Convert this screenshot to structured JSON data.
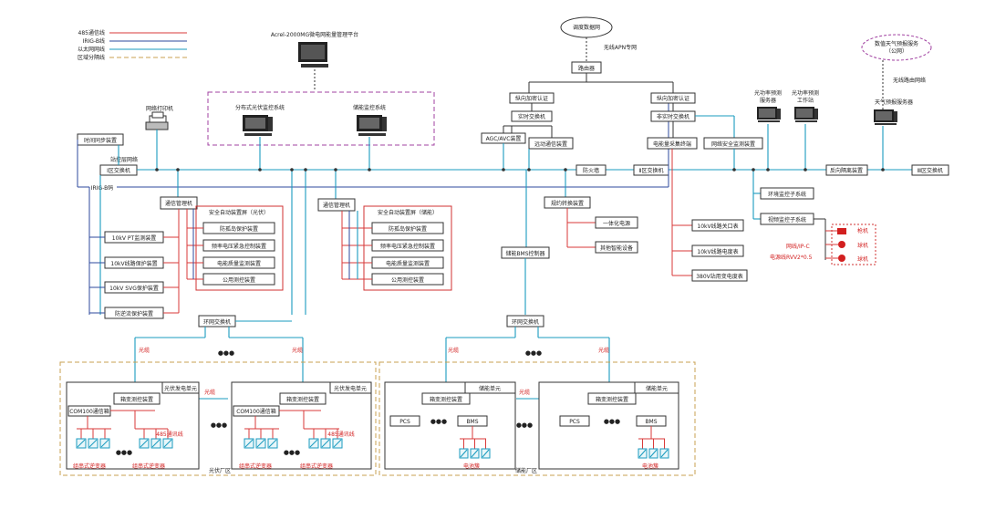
{
  "legend": [
    {
      "label": "485通信线",
      "color": "#d93a3a"
    },
    {
      "label": "IRIG-B线",
      "color": "#2d4a9e"
    },
    {
      "label": "以太网网线",
      "color": "#1a9bbf"
    },
    {
      "label": "区域分隔线",
      "color": "#c8a050"
    }
  ],
  "top": {
    "platform": "Acrel-2000MG微电网能量管理平台",
    "dispatch_cloud": "调度数据网",
    "apn": "无线APN专网",
    "router": "路由器",
    "weather_cloud": "数值天气预报服务\n（公网）",
    "wireless_router": "无线路由网络",
    "weather_server": "天气预报服务器",
    "pv_monitor": "分布式光伏监控系统",
    "storage_monitor": "储能监控系统",
    "network_printer": "网络打印机",
    "time_sync": "时间同步装置",
    "station_net": "站控层网络",
    "irig": "IRIG-B码",
    "zone1_switch": "Ⅰ区交换机",
    "zone2_switch": "Ⅱ区交换机",
    "zone3_switch": "Ⅲ区交换机",
    "firewall": "防火墙",
    "reverse_isolation": "反向隔离装置",
    "vert_auth_1": "纵向加密认证",
    "vert_auth_2": "纵向加密认证",
    "realtime_switch": "实时交换机",
    "nonrealtime_switch": "非实时交换机",
    "agc_avc": "AGC/AVC装置",
    "remote_comm": "远动通信装置",
    "energy_terminal": "电能量采集终端",
    "net_security": "网络安全监测装置",
    "power_forecast_server": "光功率预测\n服务器",
    "power_forecast_ws": "光功率预测\n工作站",
    "env_monitor": "环境监控子系统",
    "video_monitor": "视频监控子系统",
    "protocol_converter": "规约转换装置",
    "integrated_power": "一体化电源",
    "other_devices": "其他智能设备",
    "line_meter": "10kV线路关口表",
    "line_meter2": "10kV线路电度表",
    "station_meter": "380V站用变电度表",
    "storage_bms": "储能BMS控制器"
  },
  "video": {
    "net_label": "网线/IP-C",
    "power_label": "电源线RVV2*0.5",
    "gun_cam": "枪机",
    "dome_cam_1": "球机",
    "dome_cam_2": "球机"
  },
  "pv_panel": {
    "comm_manager": "通信管理机",
    "safety_title": "安全自动装置屏（光伏）",
    "items": [
      "防孤岛保护装置",
      "频率电压紧急控制装置",
      "电能质量监测装置",
      "公用测控装置"
    ]
  },
  "storage_panel": {
    "comm_manager": "通信管理机",
    "safety_title": "安全自动装置屏（储能）",
    "items": [
      "防孤岛保护装置",
      "频率电压紧急控制装置",
      "电能质量监测装置",
      "公用测控装置"
    ]
  },
  "left_devices": [
    "10kV PT监测装置",
    "10kV线路保护装置",
    "10kV SVG保护装置",
    "防逆流保护装置"
  ],
  "ring_switch_1": "环网交换机",
  "ring_switch_2": "环网交换机",
  "fiber": "光缆",
  "pv_area": {
    "zone_label": "光伏厂区",
    "unit_label": "光伏发电单元",
    "box_control": "箱变测控装置",
    "com_box": "COM100通信箱",
    "rs485": "485通讯线",
    "inverter": "组串式逆变器"
  },
  "storage_area": {
    "zone_label": "储能厂区",
    "unit_label": "储能单元",
    "box_control": "箱变测控装置",
    "pcs": "PCS",
    "bms": "BMS",
    "battery": "电池簇"
  },
  "ellipsis": "●●●"
}
